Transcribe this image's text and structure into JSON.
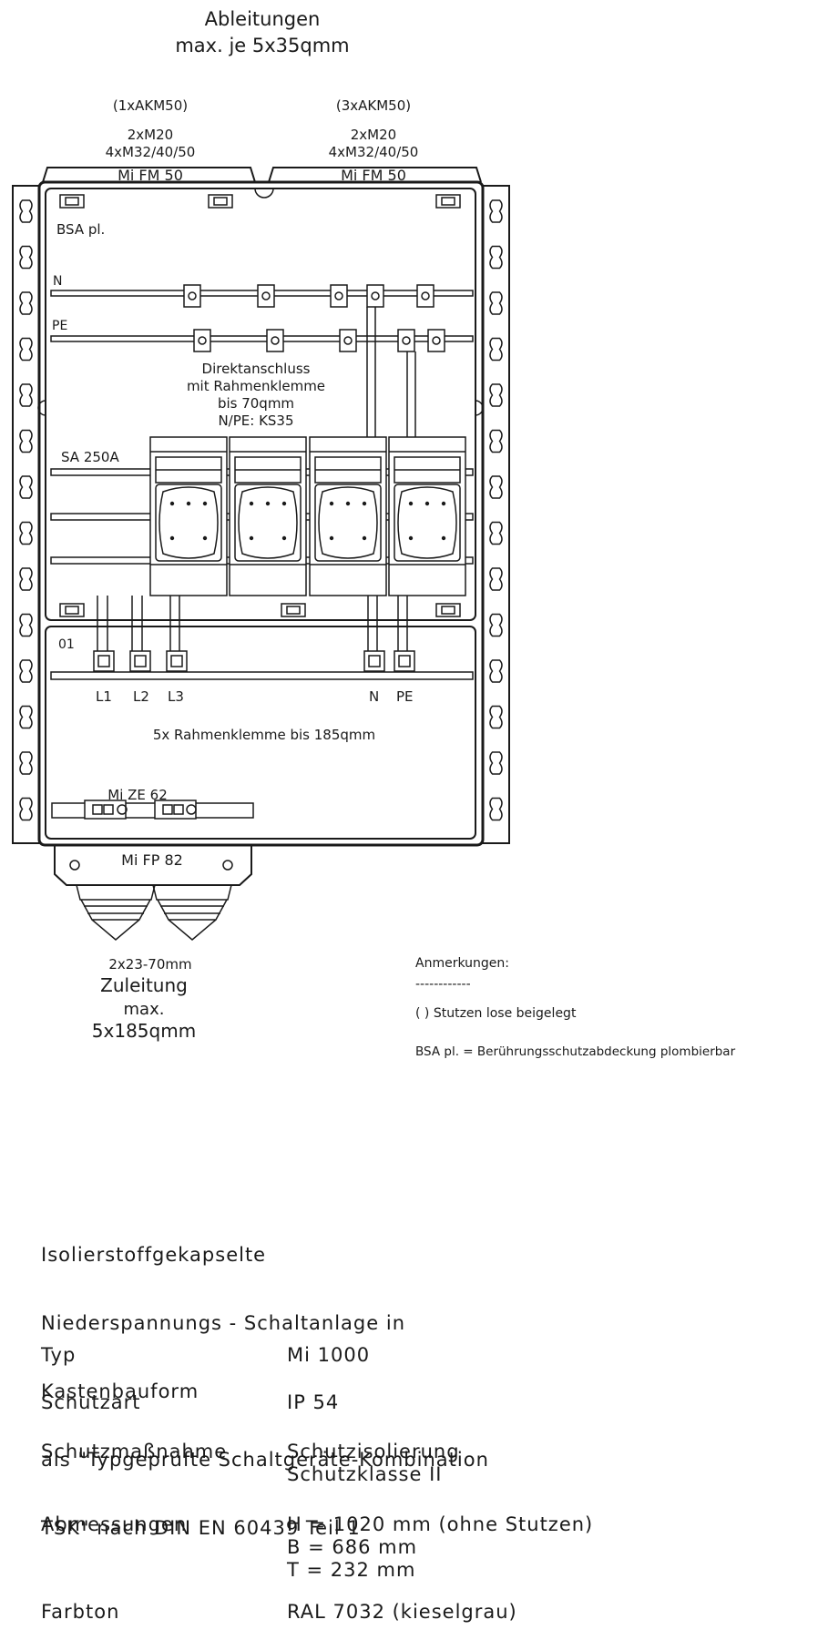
{
  "labels": {
    "ableitungen_1": "Ableitungen",
    "ableitungen_2": "max. je 5x35qmm",
    "left_entry_1": "(1xAKM50)",
    "left_entry_2": "2xM20",
    "left_entry_3": "4xM32/40/50",
    "left_flange": "Mi FM 50",
    "right_entry_1": "(3xAKM50)",
    "right_entry_2": "2xM20",
    "right_entry_3": "4xM32/40/50",
    "right_flange": "Mi FM 50",
    "bsa": "BSA pl.",
    "n_bar": "N",
    "pe_bar": "PE",
    "direkt_1": "Direktanschluss",
    "direkt_2": "mit Rahmenklemme",
    "direkt_3": "bis 70qmm",
    "direkt_4": "N/PE: KS35",
    "sa": "SA 250A",
    "section_01": "01",
    "l1": "L1",
    "l2": "L2",
    "l3": "L3",
    "n_term": "N",
    "pe_term": "PE",
    "rahmen": "5x Rahmenklemme bis 185qmm",
    "mize": "Mi ZE 62",
    "mifp": "Mi FP 82",
    "gland": "2x23-70mm",
    "zuleitung_1": "Zuleitung",
    "zuleitung_2": "max.",
    "zuleitung_3": "5x185qmm",
    "anm_title": "Anmerkungen:",
    "anm_rule": "------------",
    "anm_1": "( ) Stutzen lose beigelegt",
    "anm_2": "BSA pl. = Berührungsschutzabdeckung plombierbar"
  },
  "spec": {
    "title_lines": [
      "Isolierstoffgekapselte",
      "Niederspannungs - Schaltanlage in",
      "Kastenbauform",
      "als \"Typgeprüfte Schaltgeräte-Kombination",
      "TSK\" nach DIN EN 60439 Teil 1"
    ],
    "typ_label": "Typ",
    "typ_value": "Mi 1000",
    "schutzart_label": "Schutzart",
    "schutzart_value": "IP 54",
    "massnahme_label": "Schutzmaßnahme",
    "massnahme_value_1": "Schutzisolierung",
    "massnahme_value_2": "Schutzklasse II",
    "abm_label": "Abmessungen",
    "abm_h": "H = 1020 mm (ohne Stutzen)",
    "abm_b": "B = 686 mm",
    "abm_t": "T = 232 mm",
    "farbton_label": "Farbton",
    "farbton_value": "RAL 7032 (kieselgrau)"
  }
}
